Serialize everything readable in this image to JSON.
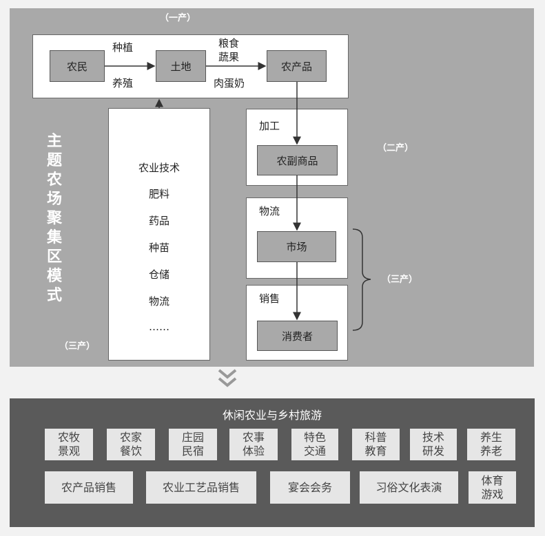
{
  "title_vertical": "主题农场聚集区模式",
  "tags": {
    "primary": "（一产）",
    "secondary": "（二产）",
    "tertiary_right": "（三产）",
    "tertiary_left": "（三产）"
  },
  "primary_flow": {
    "nodes": [
      "农民",
      "土地",
      "农产品"
    ],
    "edge1_top": "种植",
    "edge1_bottom": "养殖",
    "edge2_top1": "粮食",
    "edge2_top2": "蔬果",
    "edge2_bottom": "肉蛋奶"
  },
  "support_items": [
    "农业技术",
    "肥料",
    "药品",
    "种苗",
    "仓储",
    "物流",
    "……"
  ],
  "chain": [
    {
      "stage": "加工",
      "node": "农副商品"
    },
    {
      "stage": "物流",
      "node": "市场"
    },
    {
      "stage": "销售",
      "node": "消费者"
    }
  ],
  "leisure": {
    "title": "休闲农业与乡村旅游",
    "row1": [
      [
        "农牧",
        "景观"
      ],
      [
        "农家",
        "餐饮"
      ],
      [
        "庄园",
        "民宿"
      ],
      [
        "农事",
        "体验"
      ],
      [
        "特色",
        "交通"
      ],
      [
        "科普",
        "教育"
      ],
      [
        "技术",
        "研发"
      ],
      [
        "养生",
        "养老"
      ]
    ],
    "row2": [
      "农产品销售",
      "农业工艺品销售",
      "宴会会务",
      "习俗文化表演",
      "体育游戏"
    ]
  }
}
